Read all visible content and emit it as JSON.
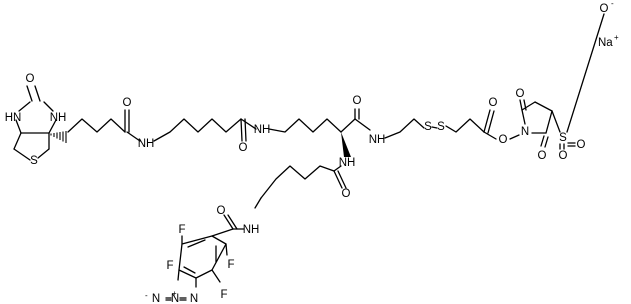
{
  "structure": {
    "atoms": {
      "oxygen": "O",
      "nitrogen_h": "NH",
      "hydrogen_n": "HN",
      "nitrogen": "N",
      "sulfur": "S",
      "fluorine": "F",
      "sodium": "Na",
      "azide_n": "N",
      "charge_plus": "+",
      "charge_minus": "-",
      "azide_minus": "-",
      "azide_plus": "+"
    }
  }
}
